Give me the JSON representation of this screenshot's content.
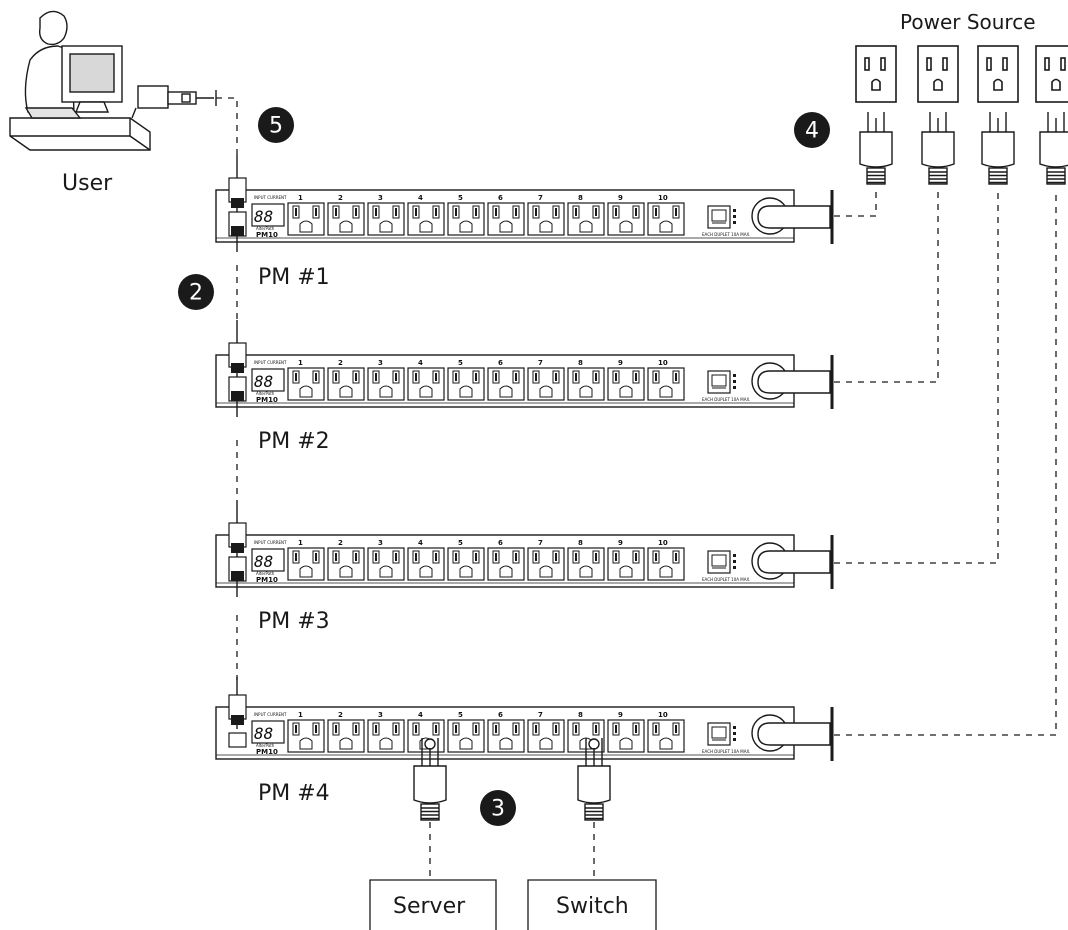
{
  "title": "Power Source",
  "user_label": "User",
  "units": [
    {
      "label": "PM #1",
      "model": "PM10",
      "brand": "AlterPath",
      "display": "88",
      "caption": "EACH DUPLET 10A MAX.",
      "header": "INPUT CURRENT"
    },
    {
      "label": "PM #2",
      "model": "PM10",
      "brand": "AlterPath",
      "display": "88",
      "caption": "EACH DUPLET 10A MAX.",
      "header": "INPUT CURRENT"
    },
    {
      "label": "PM #3",
      "model": "PM10",
      "brand": "AlterPath",
      "display": "88",
      "caption": "EACH DUPLET 10A MAX.",
      "header": "INPUT CURRENT"
    },
    {
      "label": "PM #4",
      "model": "PM10",
      "brand": "AlterPath",
      "display": "88",
      "caption": "EACH DUPLET 10A MAX.",
      "header": "INPUT CURRENT"
    }
  ],
  "outlet_labels": [
    "1",
    "2",
    "3",
    "4",
    "5",
    "6",
    "7",
    "8",
    "9",
    "10"
  ],
  "badges": {
    "b2": "2",
    "b3": "3",
    "b4": "4",
    "b5": "5"
  },
  "devices": {
    "server": "Server",
    "switch": "Switch"
  },
  "colors": {
    "ink": "#1a1a1a",
    "badge": "#1a1a1a",
    "background": "#ffffff"
  }
}
